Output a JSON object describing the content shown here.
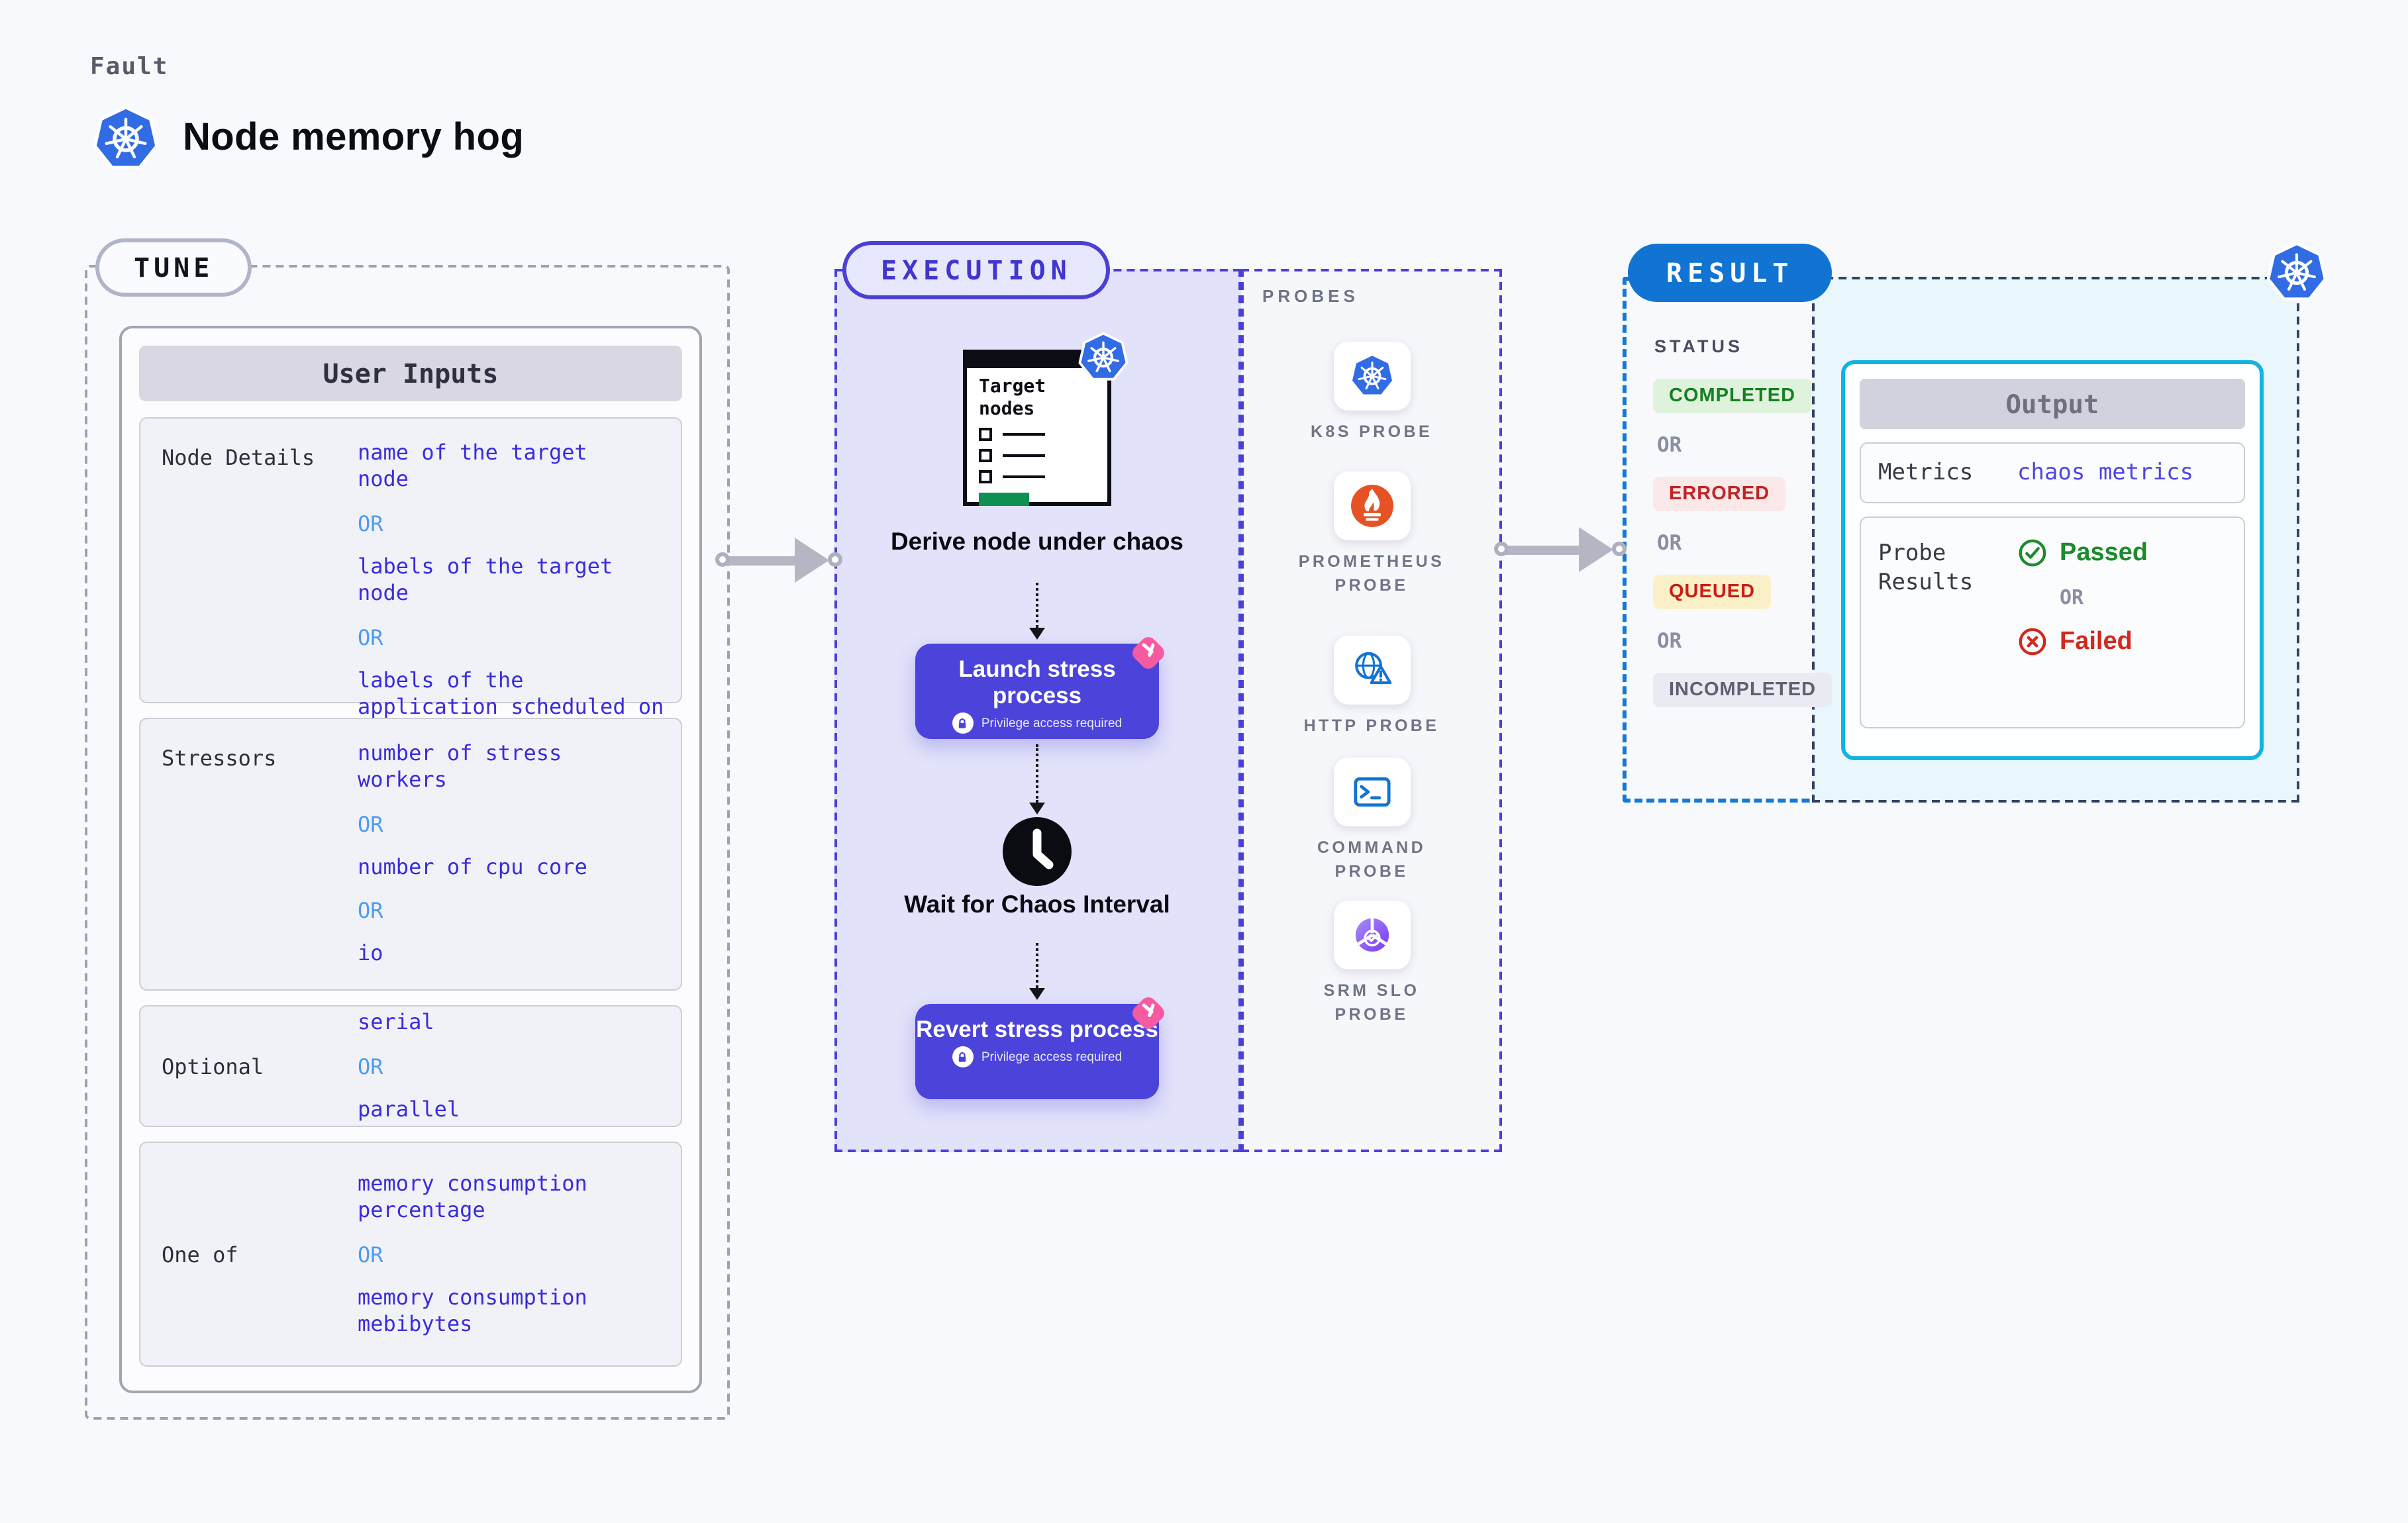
{
  "page": {
    "background": "#F8F9FC"
  },
  "header": {
    "eyebrow": "Fault",
    "title": "Node memory hog",
    "icon": "kubernetes-icon"
  },
  "tune": {
    "badge": "TUNE",
    "table": {
      "header": "User Inputs",
      "or": "OR",
      "rows": [
        {
          "label": "Node Details",
          "options": [
            "name of the target node",
            "labels of the target node",
            "labels of the application scheduled on target node"
          ]
        },
        {
          "label": "Stressors",
          "options": [
            "number of stress workers",
            "number of cpu core",
            "io"
          ]
        },
        {
          "label": "Optional",
          "options": [
            "serial",
            "parallel"
          ]
        },
        {
          "label": "One of",
          "options": [
            "memory consumption percentage",
            "memory consumption mebibytes"
          ]
        }
      ]
    }
  },
  "execution": {
    "badge": "EXECUTION",
    "target_card": {
      "title": "Target nodes",
      "icon": "kubernetes-icon"
    },
    "derive_label": "Derive node under chaos",
    "launch": {
      "label": "Launch stress process",
      "note": "Privilege access required",
      "icon": "lock-icon"
    },
    "wait_label": "Wait for Chaos Interval",
    "revert": {
      "label": "Revert stress process",
      "note": "Privilege access required",
      "icon": "lock-icon"
    }
  },
  "probes": {
    "label": "PROBES",
    "items": [
      {
        "label": "K8S PROBE",
        "icon": "kubernetes-icon"
      },
      {
        "label": "PROMETHEUS PROBE",
        "icon": "prometheus-icon"
      },
      {
        "label": "HTTP PROBE",
        "icon": "globe-alert-icon"
      },
      {
        "label": "COMMAND PROBE",
        "icon": "terminal-icon"
      },
      {
        "label": "SRM SLO PROBE",
        "icon": "slo-gauge-icon"
      }
    ]
  },
  "result": {
    "badge": "RESULT",
    "icon": "kubernetes-icon",
    "status": {
      "label": "STATUS",
      "or": "OR",
      "items": [
        {
          "label": "COMPLETED",
          "bg": "#DFF3DC",
          "color": "#177F23"
        },
        {
          "label": "ERRORED",
          "bg": "#FBE8E8",
          "color": "#C12424"
        },
        {
          "label": "QUEUED",
          "bg": "#FBF0C8",
          "color": "#CA1D16"
        },
        {
          "label": "INCOMPLETED",
          "bg": "#E9EAF2",
          "color": "#5E6170"
        }
      ]
    },
    "output": {
      "header": "Output",
      "metrics_label": "Metrics",
      "metrics_value": "chaos metrics",
      "probe_results_label": "Probe Results",
      "or": "OR",
      "passed": "Passed",
      "failed": "Failed"
    }
  },
  "colors": {
    "value_indigo": "#3A2BDE",
    "or_blue": "#4E9BF1",
    "execution_accent": "#4A40D8",
    "execution_bg": "#E2E2FA",
    "process_button": "#4C43DB",
    "result_accent": "#1478D4",
    "result_badge": "#1173D2",
    "output_border": "#12B3E3",
    "kubernetes_blue": "#326CE5",
    "prometheus_orange": "#E75225",
    "probe_icon_blue": "#1273D4",
    "srm_purple": "#7C3AED",
    "passed_green": "#1D8A2B",
    "failed_red": "#D2291D",
    "pink_tag": "#F65BA2",
    "green_bar": "#0E9150"
  }
}
